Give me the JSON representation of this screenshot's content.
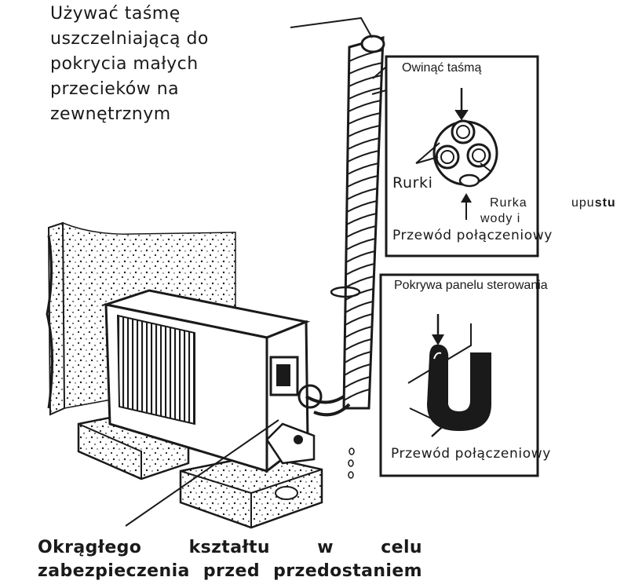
{
  "labels": {
    "tape_note": [
      "Używać taśmę",
      "uszczelniającą do",
      "pokrycia małych",
      "przecieków na",
      "zewnętrznym"
    ],
    "wrap_tape": "Owinąć taśmą",
    "pipes": "Rurki",
    "drain_pipe_line1_a": "Rurka",
    "drain_pipe_line1_b": "upu",
    "drain_pipe_line1_c": "stu",
    "drain_pipe_line2": "wody i",
    "connection_wire_top": "Przewód połączeniowy",
    "control_panel_cover": "Pokrywa panelu sterowania",
    "connection_wire_bottom": "Przewód połączeniowy",
    "bottom_line1_words": [
      "Okrągłego",
      "kształtu",
      "w",
      "celu"
    ],
    "bottom_line2_words": [
      "zabezpieczenia",
      "przed",
      "przedostaniem"
    ]
  },
  "colors": {
    "ink": "#1a1a1a",
    "background": "#ffffff"
  }
}
